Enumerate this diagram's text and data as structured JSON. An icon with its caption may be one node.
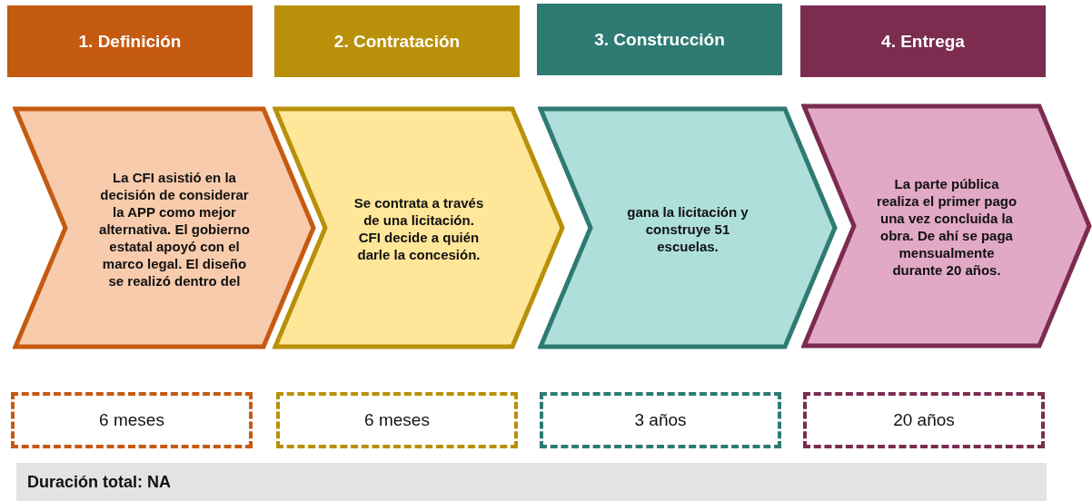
{
  "diagram": {
    "nodes": [
      {
        "text": [
          "1. Definición"
        ]
      },
      {
        "text": [
          "2. Contratación"
        ]
      },
      {
        "text": [
          "3. Construcción"
        ]
      },
      {
        "text": [
          "4. Entrega"
        ]
      },
      {
        "text": [
          "La CFI asistió en la decisión de considerar la APP como mejor alternativa. El gobierno estatal apoyó con el marco legal. El diseño se realizó dentro del"
        ]
      },
      {
        "text": [
          "Se contrata a través de una licitación. CFI decide a quién darle la concesión."
        ]
      },
      {
        "text": [
          "gana la licitación y construye 51 escuelas."
        ]
      },
      {
        "text": [
          "La parte pública realiza el primer pago una vez concluida la obra. De ahí se paga mensualmente durante 20 años."
        ]
      },
      {
        "text": [
          "6 meses"
        ]
      },
      {
        "text": [
          "6 meses"
        ]
      },
      {
        "text": [
          "3 años"
        ]
      },
      {
        "text": [
          "20 años"
        ]
      },
      {
        "text": [
          "Duración total: NA"
        ]
      }
    ]
  }
}
